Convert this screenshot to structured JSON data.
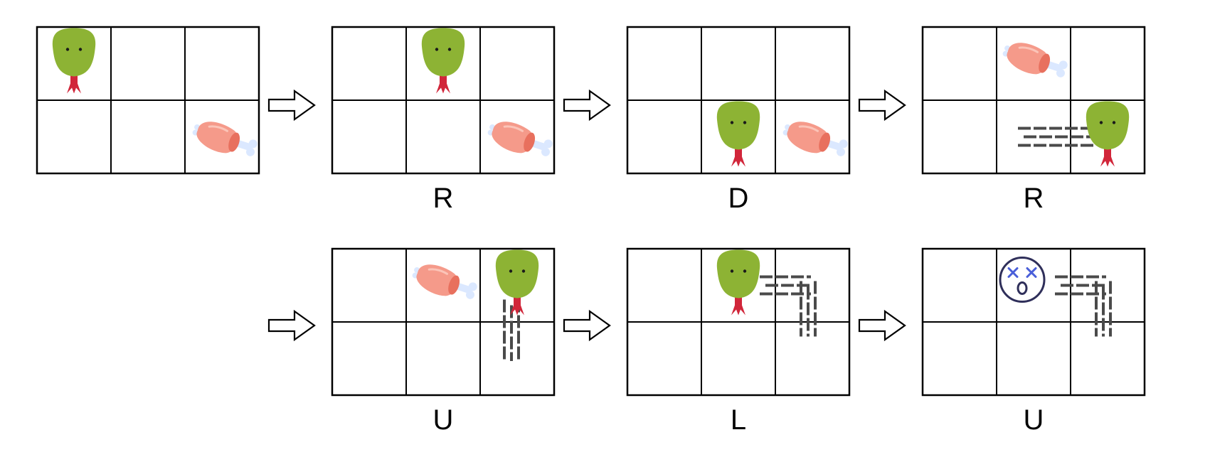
{
  "diagram": {
    "grid": {
      "rows": 2,
      "cols": 3
    },
    "frames": [
      {
        "move": "",
        "snake_head": [
          0,
          0
        ],
        "snake_body": [],
        "food": [
          1,
          2
        ],
        "state": "alive"
      },
      {
        "move": "R",
        "snake_head": [
          0,
          1
        ],
        "snake_body": [],
        "food": [
          1,
          2
        ],
        "state": "alive"
      },
      {
        "move": "D",
        "snake_head": [
          1,
          1
        ],
        "snake_body": [],
        "food": [
          1,
          2
        ],
        "state": "alive"
      },
      {
        "move": "R",
        "snake_head": [
          1,
          2
        ],
        "snake_body": [
          [
            1,
            1
          ]
        ],
        "food": [
          0,
          1
        ],
        "state": "alive"
      },
      {
        "move": "U",
        "snake_head": [
          0,
          2
        ],
        "snake_body": [
          [
            1,
            2
          ]
        ],
        "food": [
          0,
          1
        ],
        "state": "alive"
      },
      {
        "move": "L",
        "snake_head": [
          0,
          1
        ],
        "snake_body": [
          [
            0,
            2
          ],
          [
            1,
            2
          ]
        ],
        "food": null,
        "state": "alive"
      },
      {
        "move": "U",
        "snake_head": [
          0,
          1
        ],
        "snake_body": [
          [
            0,
            2
          ],
          [
            1,
            2
          ]
        ],
        "food": null,
        "state": "dead"
      }
    ],
    "icons": {
      "snake": "snake-head-icon",
      "food": "meat-icon",
      "dead": "dead-face-icon",
      "body": "snake-body-icon",
      "arrow": "arrow-right-icon"
    },
    "colors": {
      "snake_head": "#8db334",
      "snake_tongue": "#d1263a",
      "snake_eye": "#1a1a1a",
      "meat": "#f59a8a",
      "meat_bone": "#dbe8ff",
      "body_bricks": "#4a4a4a",
      "dead_face_stroke": "#2f2f5a",
      "dead_face_x": "#4a5fd9",
      "grid_line": "#000000"
    }
  }
}
